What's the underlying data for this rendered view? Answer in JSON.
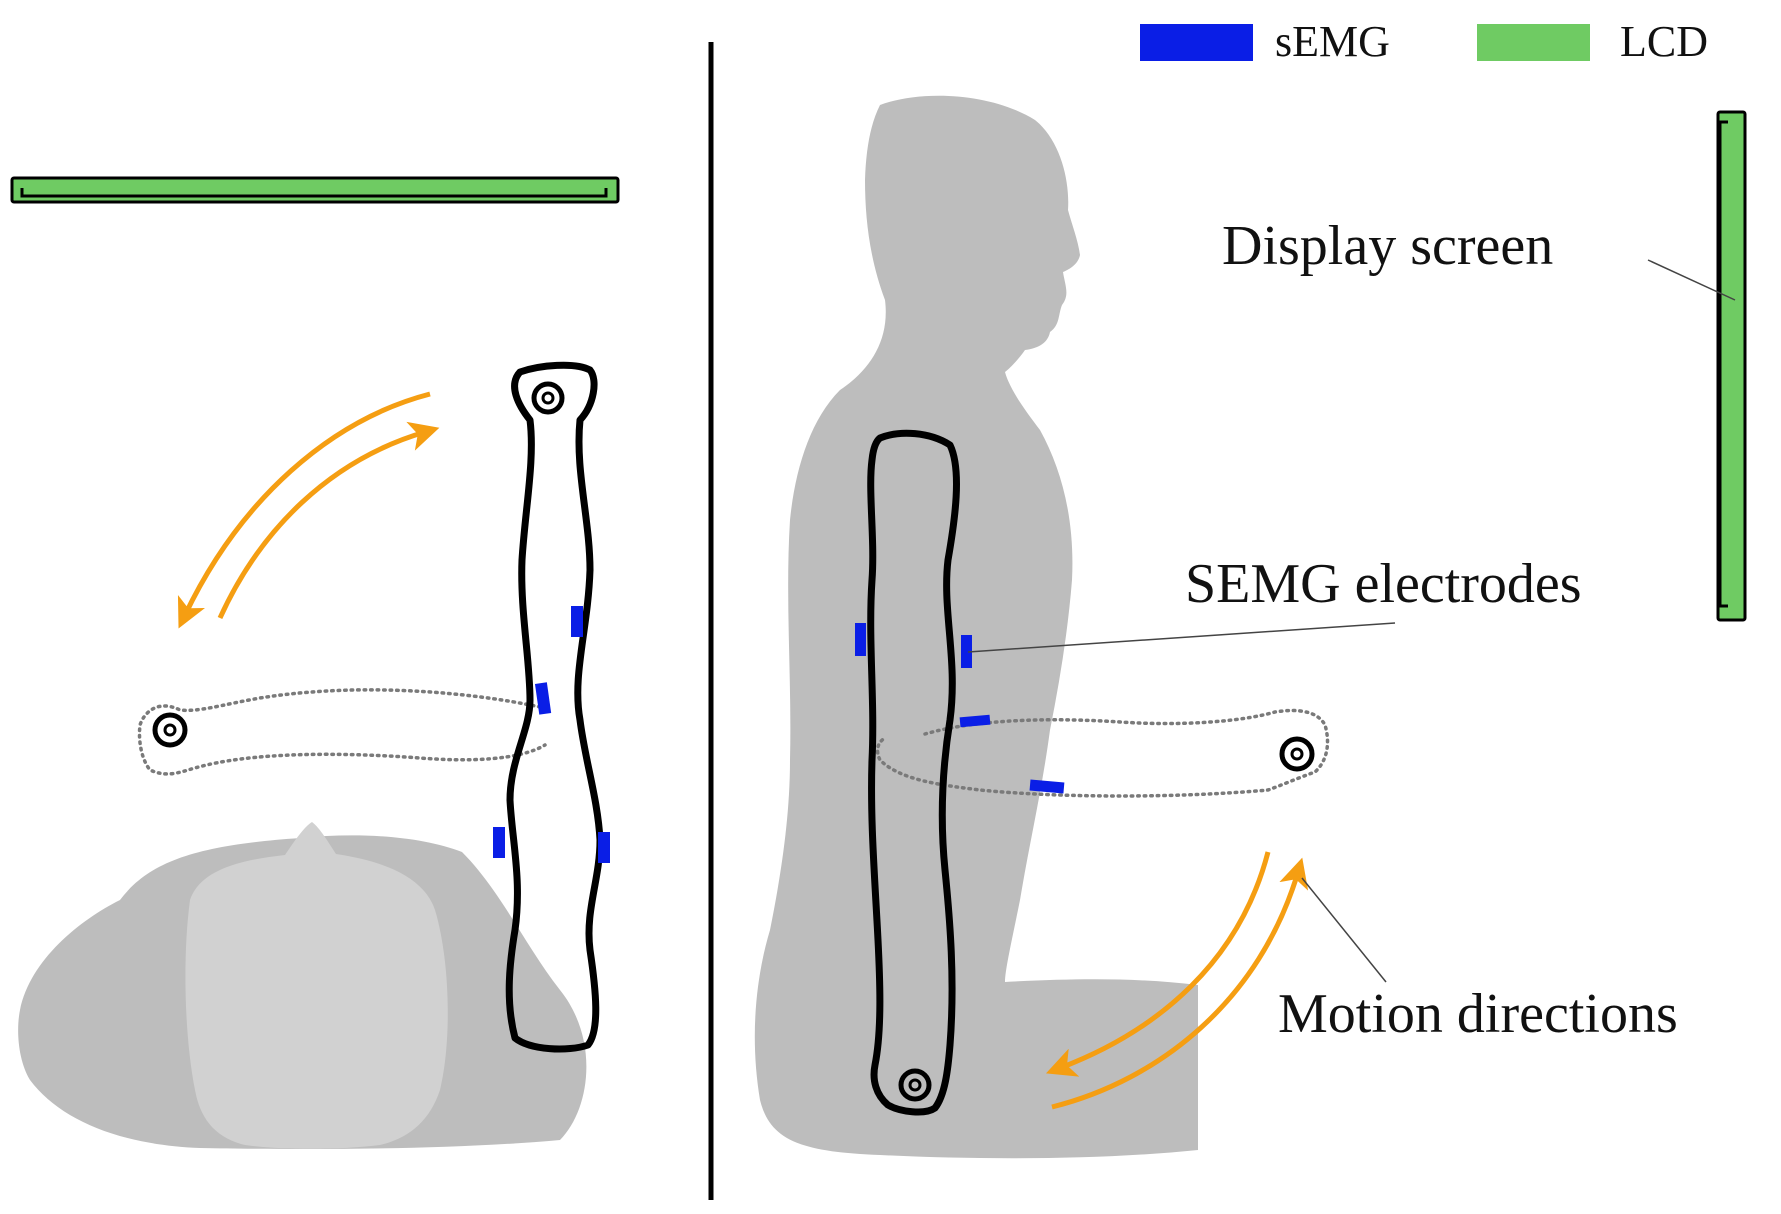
{
  "legend": {
    "items": [
      {
        "label": "sEMG",
        "color": "#0a1ee6"
      },
      {
        "label": "LCD",
        "color": "#6fcb63"
      }
    ]
  },
  "annotations": {
    "display_screen": "Display screen",
    "semg_electrodes": "SEMG electrodes",
    "motion_directions": "Motion directions"
  },
  "colors": {
    "body_silhouette": "#bdbdbd",
    "head_top_view": "#d1d1d1",
    "arm_outline": "#000000",
    "arrow": "#f59e12",
    "electrode": "#0a1ee6",
    "screen": "#6fcb63",
    "dotted_arm": "#7a7a7a",
    "divider": "#000000",
    "leader_line": "#444444"
  }
}
